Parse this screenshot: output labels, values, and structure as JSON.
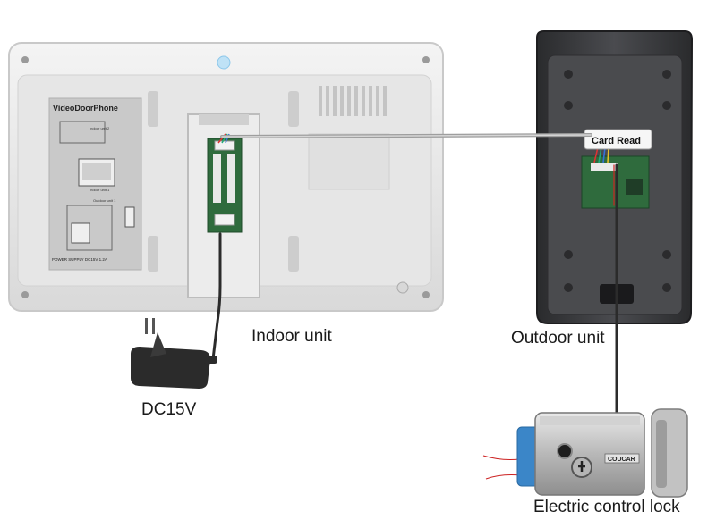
{
  "labels": {
    "indoor_unit": "Indoor unit",
    "outdoor_unit": "Outdoor unit",
    "power": "DC15V",
    "lock": "Electric control lock"
  },
  "indoor_panel": {
    "sticker_title": "VideoDoorPhone",
    "sticker_power_line": "POWER SUPPLY DC15V 1.2A",
    "sticker_sublabels": [
      "Indoor unit 2",
      "Indoor unit 1",
      "Outdoor unit 1"
    ]
  },
  "outdoor_panel": {
    "tag_text": "Card Read"
  },
  "lock_brand": "COUCAR",
  "colors": {
    "indoor_body": "#e8e8e8",
    "outdoor_body": "#3a3b3e",
    "wire": "#2b2b2b",
    "pcb": "#2f6b3d",
    "lock_blue": "#3b86c8"
  }
}
